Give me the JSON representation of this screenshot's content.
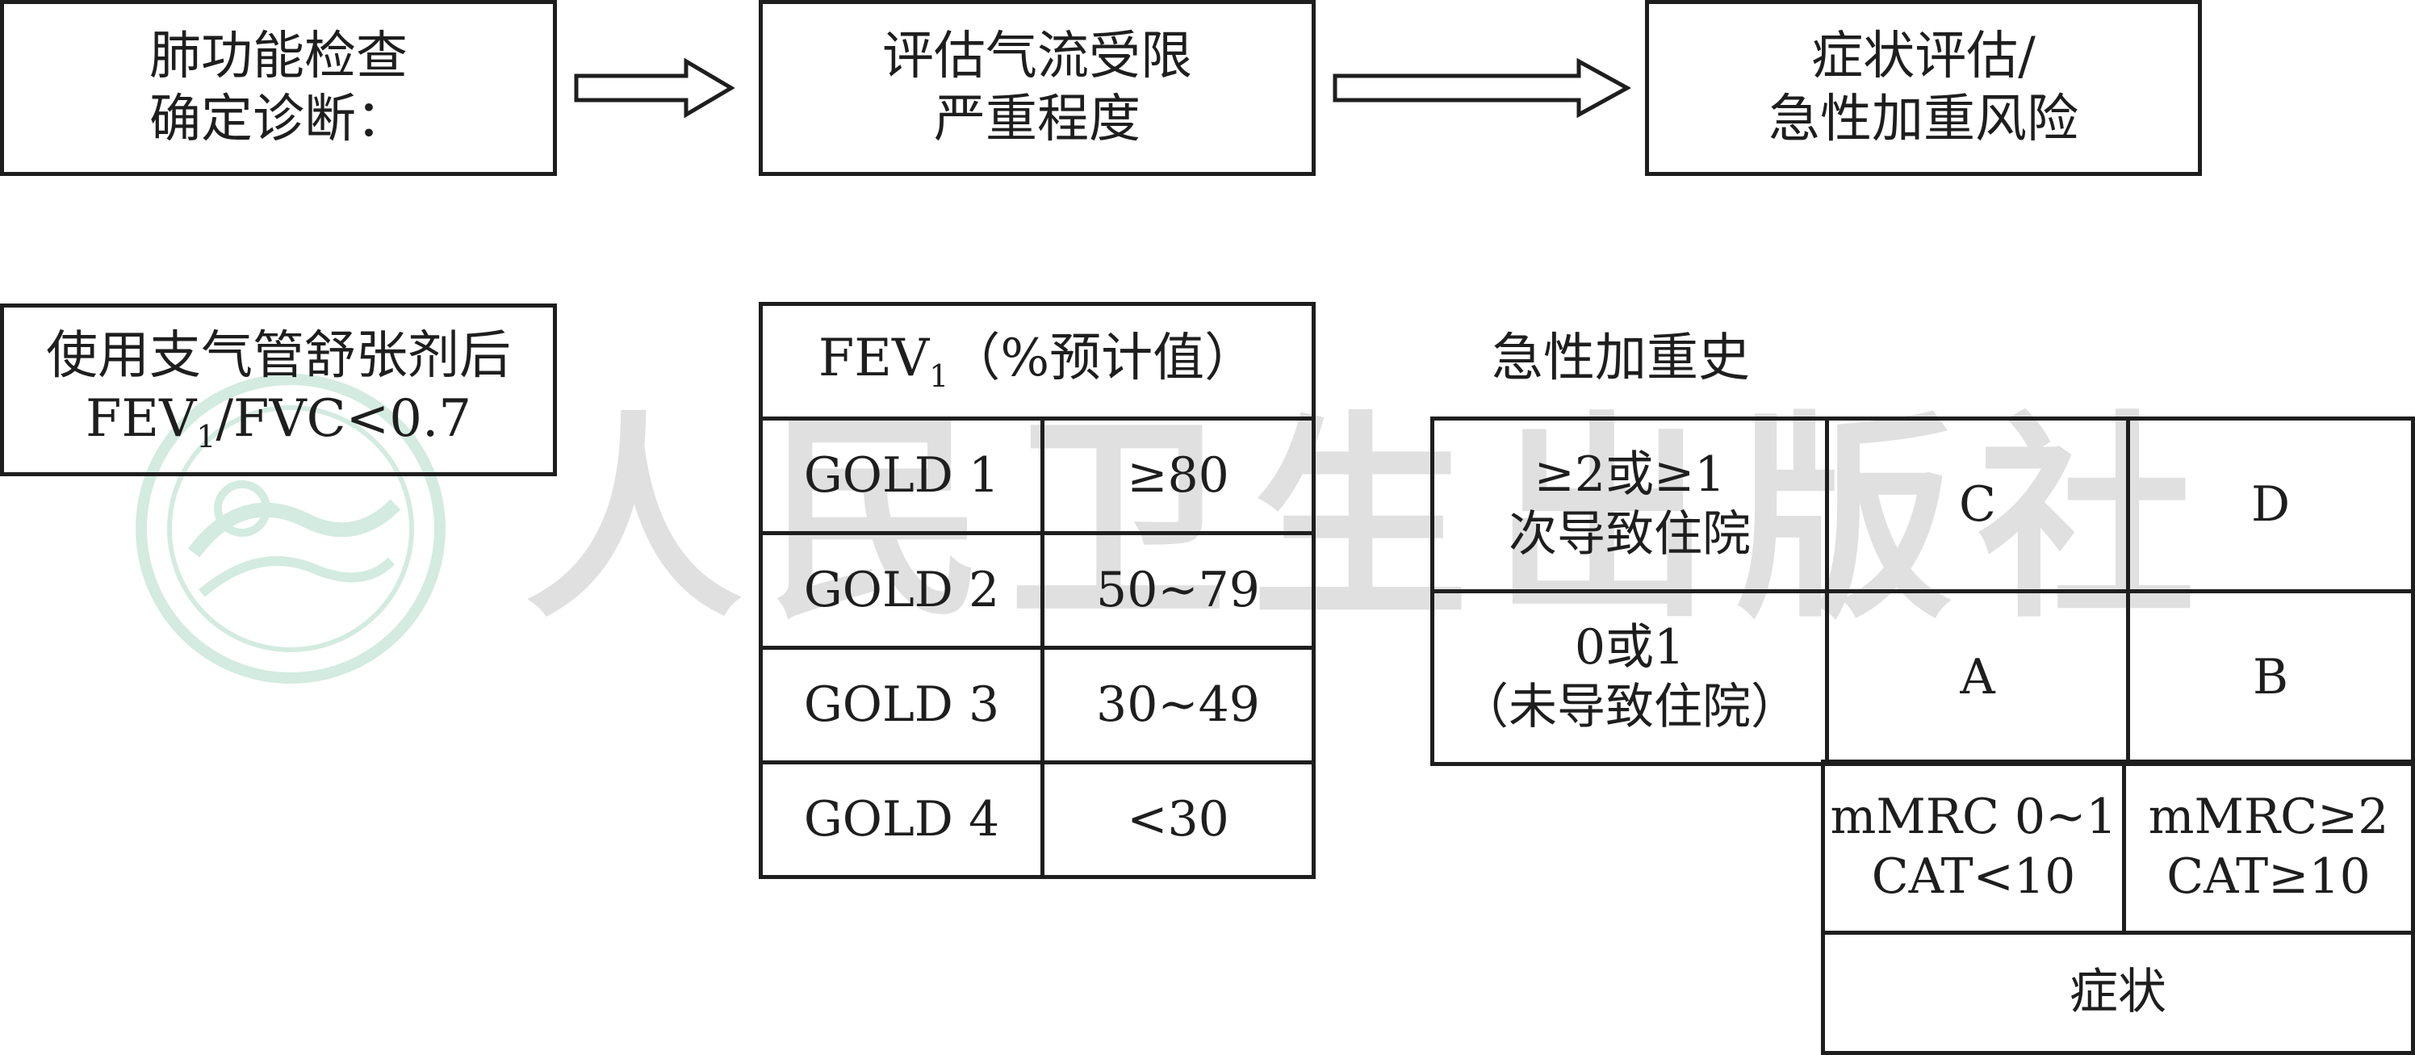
{
  "flow": {
    "box1": {
      "line1": "肺功能检查",
      "line2": "确定诊断："
    },
    "box2": {
      "line1": "评估气流受限",
      "line2": "严重程度"
    },
    "box3": {
      "line1": "症状评估/",
      "line2": "急性加重风险"
    }
  },
  "diagnosis": {
    "line1": "使用支气管舒张剂后",
    "ratio_fev": "FEV",
    "ratio_sub": "1",
    "ratio_rest": "/FVC<0.7"
  },
  "gold_table": {
    "header": {
      "fev": "FEV",
      "sub": "1",
      "rest": "（%预计值）"
    },
    "rows": [
      {
        "grade": "GOLD 1",
        "value": "≥80"
      },
      {
        "grade": "GOLD 2",
        "value": "50~79"
      },
      {
        "grade": "GOLD 3",
        "value": "30~49"
      },
      {
        "grade": "GOLD 4",
        "value": "<30"
      }
    ]
  },
  "abcd": {
    "title": "急性加重史",
    "row_high": {
      "line1": "≥2或≥1",
      "line2": "次导致住院"
    },
    "row_low": {
      "line1": "0或1",
      "line2": "（未导致住院）"
    },
    "groups": {
      "c": "C",
      "d": "D",
      "a": "A",
      "b": "B"
    },
    "col_low": {
      "line1": "mMRC 0~1",
      "line2": "CAT<10"
    },
    "col_high": {
      "line1": "mMRC≥2",
      "line2": "CAT≥10"
    },
    "footer": "症状"
  },
  "watermark": {
    "text": "人民卫生出版社"
  }
}
